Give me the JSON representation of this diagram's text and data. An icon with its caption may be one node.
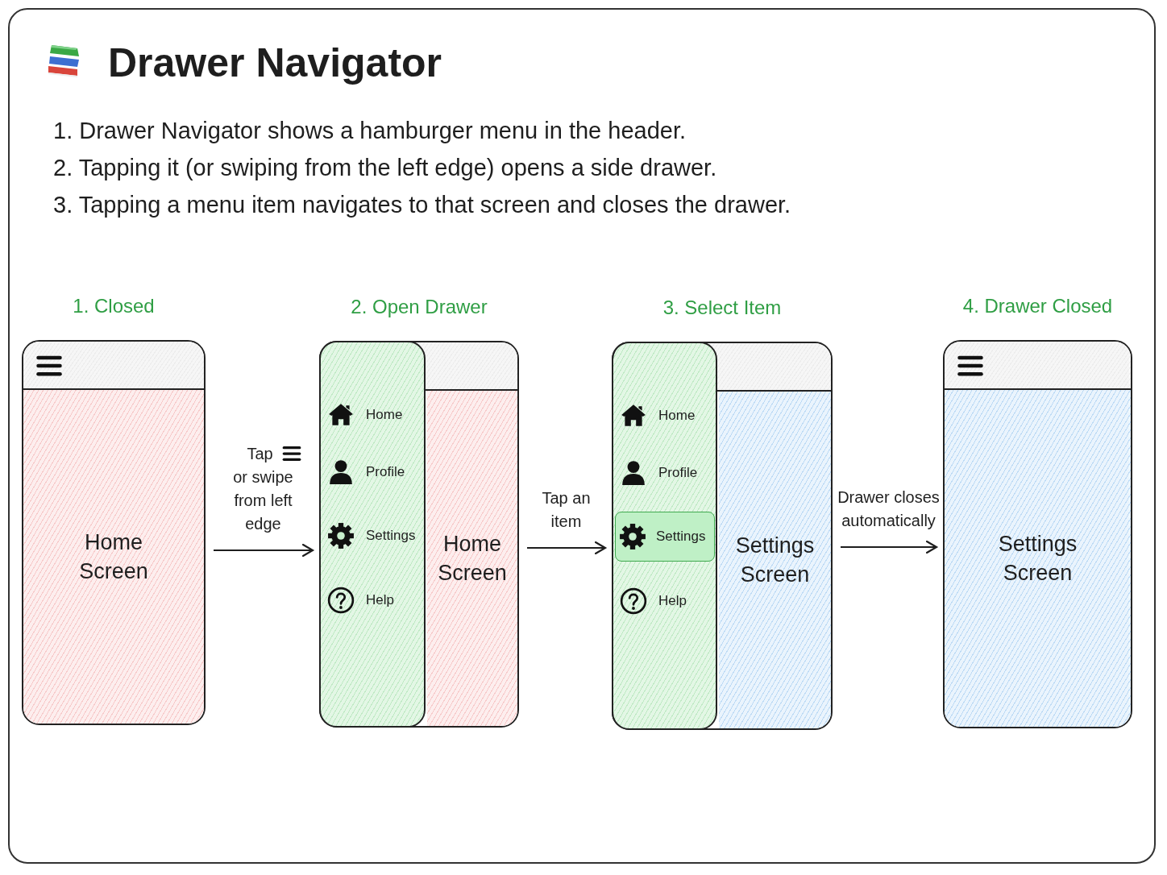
{
  "diagram": {
    "title": "Drawer Navigator",
    "nodes": [
      {
        "text": [
          "1. Closed",
          "Home Screen"
        ]
      },
      {
        "text": [
          "2. Open Drawer",
          "Home Screen"
        ]
      },
      {
        "text": [
          "Home",
          "Profile",
          "Settings",
          "Help"
        ],
        "in": 1
      },
      {
        "text": [
          "3. Select Item",
          "Settings Screen"
        ]
      },
      {
        "text": [
          "Home",
          "Profile",
          "Help"
        ],
        "in": 3
      },
      {
        "text": [
          "Settings"
        ],
        "in": 4
      },
      {
        "text": [
          "4. Drawer Closed",
          "Settings Screen"
        ]
      }
    ],
    "edges": [
      {
        "from": 0,
        "to": 1,
        "arrow": "to",
        "label": "Tap or swipe from left edge"
      },
      {
        "from": 1,
        "to": 3,
        "arrow": "to",
        "label": "Tap an item"
      },
      {
        "from": 3,
        "to": 6,
        "arrow": "to",
        "label": "Drawer closes automatically"
      }
    ],
    "labels": [
      "1. Drawer Navigator shows a hamburger menu in the header.",
      "2. Tapping it (or swiping from the left edge) opens a side drawer.",
      "3. Tapping a menu item navigates to that screen and closes the drawer."
    ]
  }
}
